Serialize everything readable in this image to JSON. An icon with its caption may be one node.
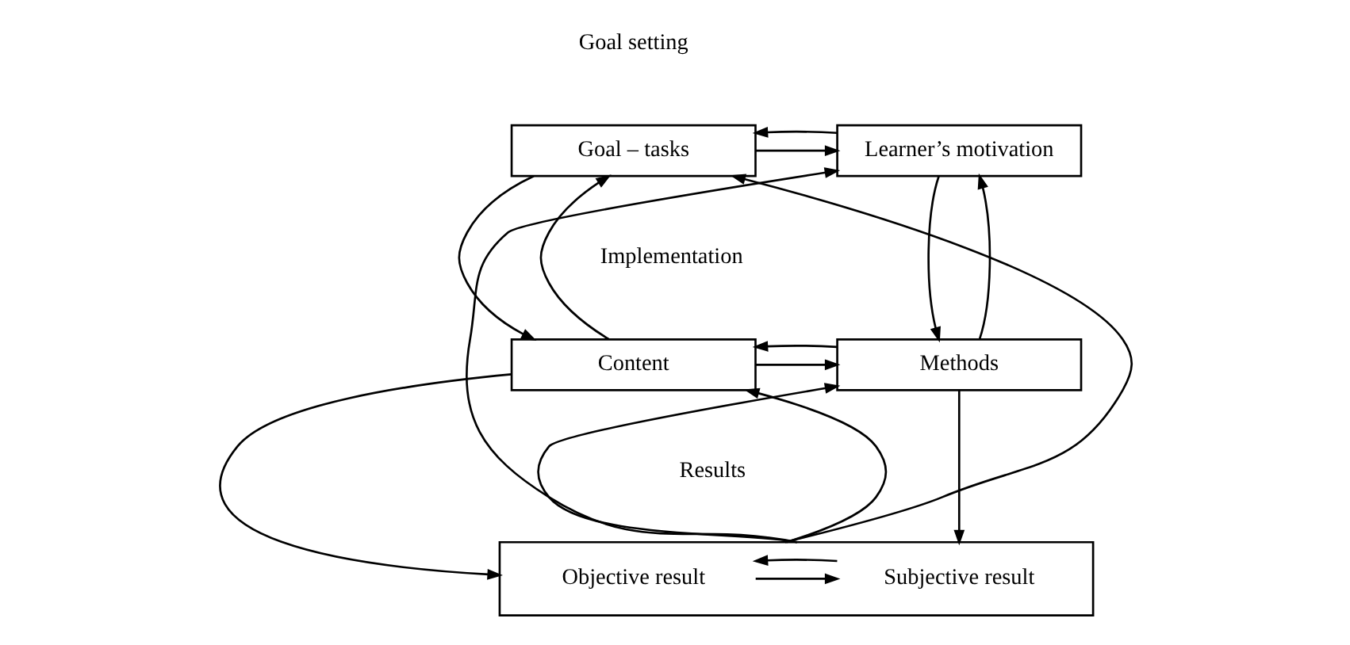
{
  "diagram": {
    "nodes": [
      {
        "text": [
          "Goal – tasks"
        ]
      },
      {
        "text": [
          "Learner’s motivation"
        ]
      },
      {
        "text": [
          "Content"
        ]
      },
      {
        "text": [
          "Methods"
        ]
      },
      {
        "text": [],
        "shape": "box"
      },
      {
        "text": [
          "Objective result"
        ],
        "in": 4
      },
      {
        "text": [
          "Subjective result"
        ],
        "in": 4
      }
    ],
    "edges": [
      {
        "from": 0,
        "to": 1,
        "arrow": "to"
      },
      {
        "from": 1,
        "to": 0,
        "arrow": "to"
      },
      {
        "from": 0,
        "to": 2,
        "arrow": "to"
      },
      {
        "from": 2,
        "to": 0,
        "arrow": "to"
      },
      {
        "from": 1,
        "to": 3,
        "arrow": "to"
      },
      {
        "from": 3,
        "to": 1,
        "arrow": "to"
      },
      {
        "from": 2,
        "to": 3,
        "arrow": "to"
      },
      {
        "from": 3,
        "to": 2,
        "arrow": "to"
      },
      {
        "from": 2,
        "to": 4,
        "arrow": "to"
      },
      {
        "from": 4,
        "to": 2,
        "arrow": "to"
      },
      {
        "from": 3,
        "to": 4,
        "arrow": "to"
      },
      {
        "from": 4,
        "to": 3,
        "arrow": "to"
      },
      {
        "from": 5,
        "to": 6,
        "arrow": "to"
      },
      {
        "from": 6,
        "to": 5,
        "arrow": "to"
      },
      {
        "from": 4,
        "to": 0,
        "arrow": "to"
      },
      {
        "from": 4,
        "to": 1,
        "arrow": "to"
      }
    ],
    "labels": [
      "Goal setting",
      "Implementation",
      "Results"
    ]
  }
}
